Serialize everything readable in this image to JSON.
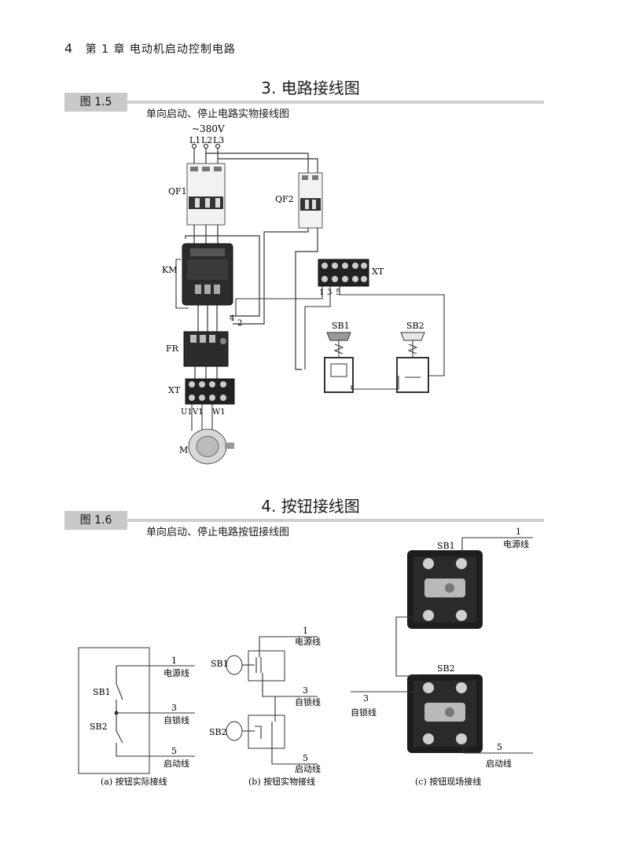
{
  "header": {
    "page_number": "4",
    "chapter": "第 1 章   电动机启动控制电路"
  },
  "section3": {
    "title": "3. 电路接线图",
    "figure_tag": "图 1.5",
    "caption": "单向启动、停止电路实物接线图",
    "labels": {
      "voltage": "~380V",
      "l1": "L1",
      "l2": "L2",
      "l3": "L3",
      "qf1": "QF1",
      "qf2": "QF2",
      "km": "KM",
      "xt_top": "XT",
      "fr": "FR",
      "xt_bottom": "XT",
      "m": "M",
      "sb1": "SB1",
      "sb2": "SB2",
      "n1": "1",
      "n3": "3",
      "n5": "5",
      "n4": "4",
      "n2": "2",
      "u1": "U1",
      "v1": "V1",
      "w1": "W1"
    }
  },
  "section4": {
    "title": "4. 按钮接线图",
    "figure_tag": "图 1.6",
    "caption": "单向启动、停止电路按钮接线图",
    "panel_a": {
      "caption": "(a) 按钮实际接线",
      "sb1": "SB1",
      "sb2": "SB2",
      "n1": "1",
      "l1": "电源线",
      "n3": "3",
      "l3": "自锁线",
      "n5": "5",
      "l5": "启动线"
    },
    "panel_b": {
      "caption": "(b) 按钮实物接线",
      "sb1": "SB1",
      "sb2": "SB2",
      "n1": "1",
      "l1": "电源线",
      "n3": "3",
      "l3": "自锁线",
      "n5": "5",
      "l5": "启动线"
    },
    "panel_c": {
      "caption": "(c) 按钮现场接线",
      "sb1": "SB1",
      "sb2": "SB2",
      "n1": "1",
      "l1": "电源线",
      "n3": "3",
      "l3": "自锁线",
      "n5": "5",
      "l5": "启动线"
    }
  }
}
